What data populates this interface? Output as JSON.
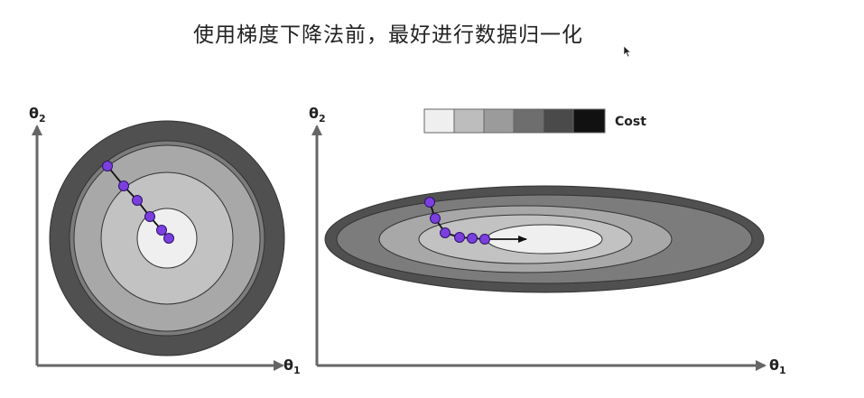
{
  "title": "使用梯度下降法前，最好进行数据归一化",
  "left_plot": {
    "y_axis_label": "θ",
    "y_axis_sub": "2",
    "x_axis_label": "θ",
    "x_axis_sub": "1"
  },
  "right_plot": {
    "y_axis_label": "θ",
    "y_axis_sub": "2",
    "x_axis_label": "θ",
    "x_axis_sub": "1"
  },
  "legend": {
    "label": "Cost",
    "swatches": [
      "#efefef",
      "#bdbdbd",
      "#9b9b9b",
      "#6e6e6e",
      "#4a4a4a",
      "#111111"
    ]
  },
  "colors": {
    "contour_levels": [
      "#505050",
      "#7c7c7c",
      "#a8a8a8",
      "#c2c2c2",
      "#efefef"
    ],
    "path_points": "#7b3fe0",
    "path_line": "#111111",
    "axis": "#666666"
  },
  "icons": {
    "cursor": "mouse-pointer-icon"
  }
}
